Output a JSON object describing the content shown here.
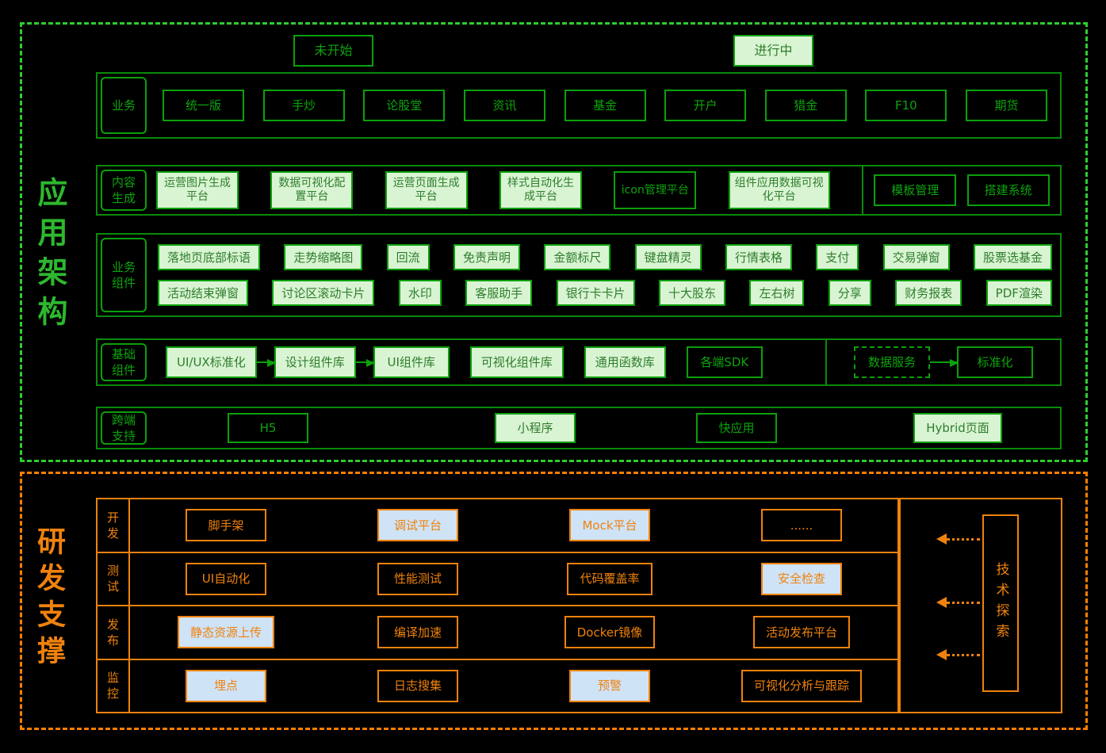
{
  "colors": {
    "green_accent": "#2ecc2e",
    "green_node_border": "#0ba00b",
    "green_fill_bg": "#d9f4d2",
    "orange_accent": "#ef820d",
    "blue_fill_bg": "#cfe3f7",
    "background": "#000000"
  },
  "app": {
    "title": "应用架构",
    "legend": {
      "todo": "未开始",
      "doing": "进行中"
    },
    "rows": {
      "business": {
        "label": "业务",
        "items": [
          {
            "label": "统一版",
            "state": "todo"
          },
          {
            "label": "手炒",
            "state": "todo"
          },
          {
            "label": "论股堂",
            "state": "todo"
          },
          {
            "label": "资讯",
            "state": "todo"
          },
          {
            "label": "基金",
            "state": "todo"
          },
          {
            "label": "开户",
            "state": "todo"
          },
          {
            "label": "猎金",
            "state": "todo"
          },
          {
            "label": "F10",
            "state": "todo"
          },
          {
            "label": "期货",
            "state": "todo"
          }
        ]
      },
      "content_gen": {
        "label": "内容生成",
        "items": [
          {
            "label": "运营图片生成平台",
            "state": "doing"
          },
          {
            "label": "数据可视化配置平台",
            "state": "doing"
          },
          {
            "label": "运营页面生成平台",
            "state": "doing"
          },
          {
            "label": "样式自动化生成平台",
            "state": "doing"
          },
          {
            "label": "icon管理平台",
            "state": "todo"
          },
          {
            "label": "组件应用数据可视化平台",
            "state": "doing"
          }
        ],
        "sub_items": [
          {
            "label": "模板管理",
            "state": "todo"
          },
          {
            "label": "搭建系统",
            "state": "todo"
          }
        ]
      },
      "biz_components": {
        "label": "业务组件",
        "items_top": [
          {
            "label": "落地页底部标语",
            "state": "doing"
          },
          {
            "label": "走势缩略图",
            "state": "doing"
          },
          {
            "label": "回流",
            "state": "doing"
          },
          {
            "label": "免责声明",
            "state": "doing"
          },
          {
            "label": "金额标尺",
            "state": "doing"
          },
          {
            "label": "键盘精灵",
            "state": "doing"
          },
          {
            "label": "行情表格",
            "state": "doing"
          },
          {
            "label": "支付",
            "state": "doing"
          },
          {
            "label": "交易弹窗",
            "state": "doing"
          },
          {
            "label": "股票选基金",
            "state": "doing"
          }
        ],
        "items_bottom": [
          {
            "label": "活动结束弹窗",
            "state": "doing"
          },
          {
            "label": "讨论区滚动卡片",
            "state": "doing"
          },
          {
            "label": "水印",
            "state": "doing"
          },
          {
            "label": "客服助手",
            "state": "doing"
          },
          {
            "label": "银行卡卡片",
            "state": "doing"
          },
          {
            "label": "十大股东",
            "state": "doing"
          },
          {
            "label": "左右树",
            "state": "doing"
          },
          {
            "label": "分享",
            "state": "doing"
          },
          {
            "label": "财务报表",
            "state": "doing"
          },
          {
            "label": "PDF渲染",
            "state": "doing"
          }
        ]
      },
      "base_components": {
        "label": "基础组件",
        "chain": [
          {
            "label": "UI/UX标准化",
            "state": "doing"
          },
          {
            "label": "设计组件库",
            "state": "doing"
          },
          {
            "label": "UI组件库",
            "state": "doing"
          }
        ],
        "items": [
          {
            "label": "可视化组件库",
            "state": "doing"
          },
          {
            "label": "通用函数库",
            "state": "doing"
          },
          {
            "label": "各端SDK",
            "state": "todo"
          }
        ],
        "sub_chain": [
          {
            "label": "数据服务",
            "state": "dashed"
          },
          {
            "label": "标准化",
            "state": "todo"
          }
        ]
      },
      "cross_platform": {
        "label": "跨端支持",
        "items": [
          {
            "label": "H5",
            "state": "todo"
          },
          {
            "label": "小程序",
            "state": "doing"
          },
          {
            "label": "快应用",
            "state": "todo"
          },
          {
            "label": "Hybrid页面",
            "state": "doing"
          }
        ]
      }
    }
  },
  "dev": {
    "title": "研发支撑",
    "rows": [
      {
        "label": "开发",
        "items": [
          {
            "label": "脚手架",
            "state": "todo"
          },
          {
            "label": "调试平台",
            "state": "doing"
          },
          {
            "label": "Mock平台",
            "state": "doing"
          },
          {
            "label": "......",
            "state": "todo"
          }
        ]
      },
      {
        "label": "测试",
        "items": [
          {
            "label": "UI自动化",
            "state": "todo"
          },
          {
            "label": "性能测试",
            "state": "todo"
          },
          {
            "label": "代码覆盖率",
            "state": "todo"
          },
          {
            "label": "安全检查",
            "state": "doing"
          }
        ]
      },
      {
        "label": "发布",
        "items": [
          {
            "label": "静态资源上传",
            "state": "doing"
          },
          {
            "label": "编译加速",
            "state": "todo"
          },
          {
            "label": "Docker镜像",
            "state": "todo"
          },
          {
            "label": "活动发布平台",
            "state": "todo"
          }
        ]
      },
      {
        "label": "监控",
        "items": [
          {
            "label": "埋点",
            "state": "doing"
          },
          {
            "label": "日志搜集",
            "state": "todo"
          },
          {
            "label": "预警",
            "state": "doing"
          },
          {
            "label": "可视化分析与跟踪",
            "state": "todo"
          }
        ]
      }
    ],
    "explore_label": "技术探索"
  }
}
